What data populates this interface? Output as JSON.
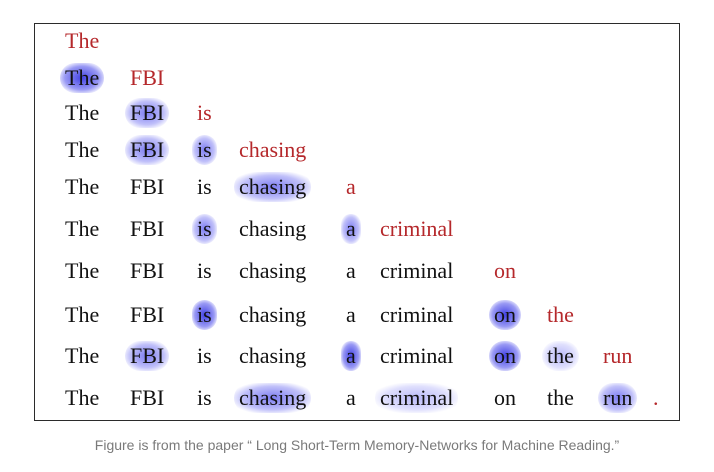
{
  "figure": {
    "rows": [
      [
        {
          "t": "The",
          "c": "red",
          "h": 0
        }
      ],
      [
        {
          "t": "The",
          "c": "black",
          "h": 3
        },
        {
          "t": "FBI",
          "c": "red",
          "h": 0
        }
      ],
      [
        {
          "t": "The",
          "c": "black",
          "h": 0
        },
        {
          "t": "FBI",
          "c": "black",
          "h": 2
        },
        {
          "t": "is",
          "c": "red",
          "h": 0
        }
      ],
      [
        {
          "t": "The",
          "c": "black",
          "h": 0
        },
        {
          "t": "FBI",
          "c": "black",
          "h": 2
        },
        {
          "t": "is",
          "c": "black",
          "h": 2
        },
        {
          "t": "chasing",
          "c": "red",
          "h": 0
        }
      ],
      [
        {
          "t": "The",
          "c": "black",
          "h": 0
        },
        {
          "t": "FBI",
          "c": "black",
          "h": 0
        },
        {
          "t": "is",
          "c": "black",
          "h": 0
        },
        {
          "t": "chasing",
          "c": "black",
          "h": 2
        },
        {
          "t": "a",
          "c": "red",
          "h": 0
        }
      ],
      [
        {
          "t": "The",
          "c": "black",
          "h": 0
        },
        {
          "t": "FBI",
          "c": "black",
          "h": 0
        },
        {
          "t": "is",
          "c": "black",
          "h": 2
        },
        {
          "t": "chasing",
          "c": "black",
          "h": 0
        },
        {
          "t": "a",
          "c": "black",
          "h": 2
        },
        {
          "t": "criminal",
          "c": "red",
          "h": 0
        }
      ],
      [
        {
          "t": "The",
          "c": "black",
          "h": 0
        },
        {
          "t": "FBI",
          "c": "black",
          "h": 0
        },
        {
          "t": "is",
          "c": "black",
          "h": 0
        },
        {
          "t": "chasing",
          "c": "black",
          "h": 0
        },
        {
          "t": "a",
          "c": "black",
          "h": 0
        },
        {
          "t": "criminal",
          "c": "black",
          "h": 0
        },
        {
          "t": "on",
          "c": "red",
          "h": 0
        }
      ],
      [
        {
          "t": "The",
          "c": "black",
          "h": 0
        },
        {
          "t": "FBI",
          "c": "black",
          "h": 0
        },
        {
          "t": "is",
          "c": "black",
          "h": 3
        },
        {
          "t": "chasing",
          "c": "black",
          "h": 0
        },
        {
          "t": "a",
          "c": "black",
          "h": 0
        },
        {
          "t": "criminal",
          "c": "black",
          "h": 0
        },
        {
          "t": "on",
          "c": "black",
          "h": 3
        },
        {
          "t": "the",
          "c": "red",
          "h": 0
        }
      ],
      [
        {
          "t": "The",
          "c": "black",
          "h": 0
        },
        {
          "t": "FBI",
          "c": "black",
          "h": 2
        },
        {
          "t": "is",
          "c": "black",
          "h": 0
        },
        {
          "t": "chasing",
          "c": "black",
          "h": 0
        },
        {
          "t": "a",
          "c": "black",
          "h": 3
        },
        {
          "t": "criminal",
          "c": "black",
          "h": 0
        },
        {
          "t": "on",
          "c": "black",
          "h": 3
        },
        {
          "t": "the",
          "c": "black",
          "h": 1
        },
        {
          "t": "run",
          "c": "red",
          "h": 0
        }
      ],
      [
        {
          "t": "The",
          "c": "black",
          "h": 0
        },
        {
          "t": "FBI",
          "c": "black",
          "h": 0
        },
        {
          "t": "is",
          "c": "black",
          "h": 0
        },
        {
          "t": "chasing",
          "c": "black",
          "h": 2
        },
        {
          "t": "a",
          "c": "black",
          "h": 0
        },
        {
          "t": "criminal",
          "c": "black",
          "h": 1
        },
        {
          "t": "on",
          "c": "black",
          "h": 0
        },
        {
          "t": "the",
          "c": "black",
          "h": 0
        },
        {
          "t": "run",
          "c": "black",
          "h": 2
        },
        {
          "t": ".",
          "c": "red",
          "h": 0
        }
      ]
    ]
  },
  "caption": "Figure is from the paper “ Long Short-Term Memory-Networks for Machine Reading.”"
}
